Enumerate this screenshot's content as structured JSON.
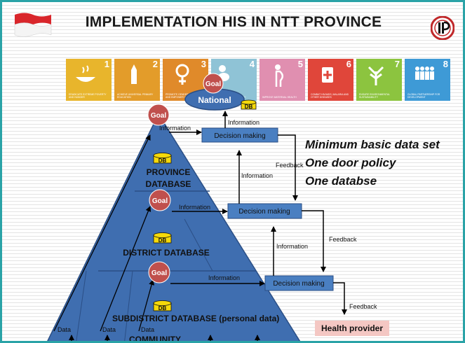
{
  "title": "IMPLEMENTATION HIS IN NTT PROVINCE",
  "mdg_tiles": [
    {
      "number": "1",
      "color": "#e8b52c",
      "caption": "ERADICATE EXTREME POVERTY AND HUNGER",
      "icon": "bowl-icon"
    },
    {
      "number": "2",
      "color": "#e39c2a",
      "caption": "ACHIEVE UNIVERSAL PRIMARY EDUCATION",
      "icon": "pencil-icon"
    },
    {
      "number": "3",
      "color": "#e08a2a",
      "caption": "PROMOTE GENDER EQUALITY AND EMPOWER WOMEN",
      "icon": "female-symbol-icon"
    },
    {
      "number": "4",
      "color": "#8fc3d6",
      "caption": "REDUCE CHILD MORTALITY",
      "icon": "baby-icon"
    },
    {
      "number": "5",
      "color": "#e08fb0",
      "caption": "IMPROVE MATERNAL HEALTH",
      "icon": "pregnant-woman-icon"
    },
    {
      "number": "6",
      "color": "#e0463a",
      "caption": "COMBAT HIV/AIDS, MALARIA AND OTHER DISEASES",
      "icon": "medicine-icon"
    },
    {
      "number": "7",
      "color": "#8cc43f",
      "caption": "ENSURE ENVIRONMENTAL SUSTAINABILITY",
      "icon": "tree-icon"
    },
    {
      "number": "8",
      "color": "#3e9ad6",
      "caption": "GLOBAL PARTNERSHIP FOR DEVELOPMENT",
      "icon": "people-icon"
    }
  ],
  "national": {
    "goal": "Goal",
    "label": "National",
    "db": "DB"
  },
  "levels": {
    "province": {
      "goal": "Goal",
      "db": "DB",
      "line1": "PROVINCE",
      "line2": "DATABASE",
      "info": "Information",
      "decision": "Decision making"
    },
    "district": {
      "goal": "Goal",
      "db": "DB",
      "label": "DISTRICT DATABASE",
      "info": "Information",
      "decision": "Decision making"
    },
    "subdistrict": {
      "goal": "Goal",
      "db": "DB",
      "label": "SUBDISTRICT DATABASE (personal data)",
      "info": "Information",
      "decision": "Decision making"
    }
  },
  "info_up": {
    "national": "Information",
    "province": "Information",
    "district": "Information"
  },
  "feedback": {
    "province": "Feedback",
    "district": "Feedback",
    "subdistrict": "Feedback"
  },
  "data_labels": [
    "Data",
    "Data",
    "Data"
  ],
  "community": "COMMUNITY",
  "health_provider": "Health provider",
  "messages": [
    "Minimum basic data set",
    "One door policy",
    "One databse"
  ],
  "colors": {
    "frame": "#2aa3a7",
    "pyramid": "#3f6eb0",
    "pyramid_line": "#2b4f86",
    "goal": "#c0504d",
    "db": "#f5d90a",
    "decision_box": "#4a7fc1"
  }
}
